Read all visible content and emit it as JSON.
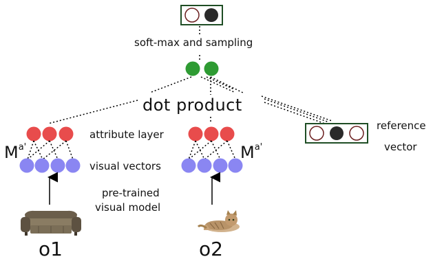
{
  "labels": {
    "softmax": "soft-max and sampling",
    "dot_product": "dot product",
    "attribute_layer": "attribute layer",
    "visual_vectors": "visual vectors",
    "pretrained_line1": "pre-trained",
    "pretrained_line2": "visual model",
    "reference_line1": "reference",
    "reference_line2": "vector",
    "matrix_left": "M",
    "matrix_left_sup": "a'",
    "matrix_right": "M",
    "matrix_right_sup": "a'",
    "object_left": "o1",
    "object_right": "o2"
  },
  "images": {
    "object_left": "sofa-photo",
    "object_right": "cat-photo"
  },
  "colors": {
    "attribute_node": "#e84c4c",
    "visual_node": "#8a86f2",
    "output_node": "#2e9b33",
    "box_border": "#1e4d24",
    "filled_circle": "#2a2a2a",
    "empty_circle_stroke": "#6a1f1f"
  }
}
